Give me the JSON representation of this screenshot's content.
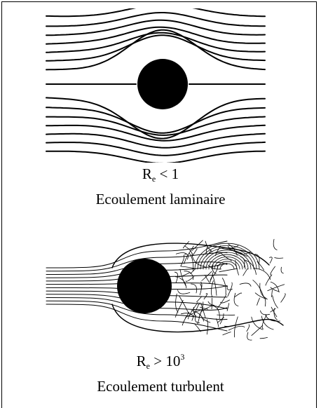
{
  "panels": [
    {
      "id": "laminar",
      "regime": {
        "symbol": "R",
        "subscript": "e",
        "operator": "<",
        "value": "1",
        "exponent": ""
      },
      "label": "Ecoulement laminaire"
    },
    {
      "id": "turbulent",
      "regime": {
        "symbol": "R",
        "subscript": "e",
        "operator": ">",
        "value": "10",
        "exponent": "3"
      },
      "label": "Ecoulement turbulent"
    }
  ],
  "colors": {
    "ink": "#000000",
    "background": "#ffffff"
  }
}
